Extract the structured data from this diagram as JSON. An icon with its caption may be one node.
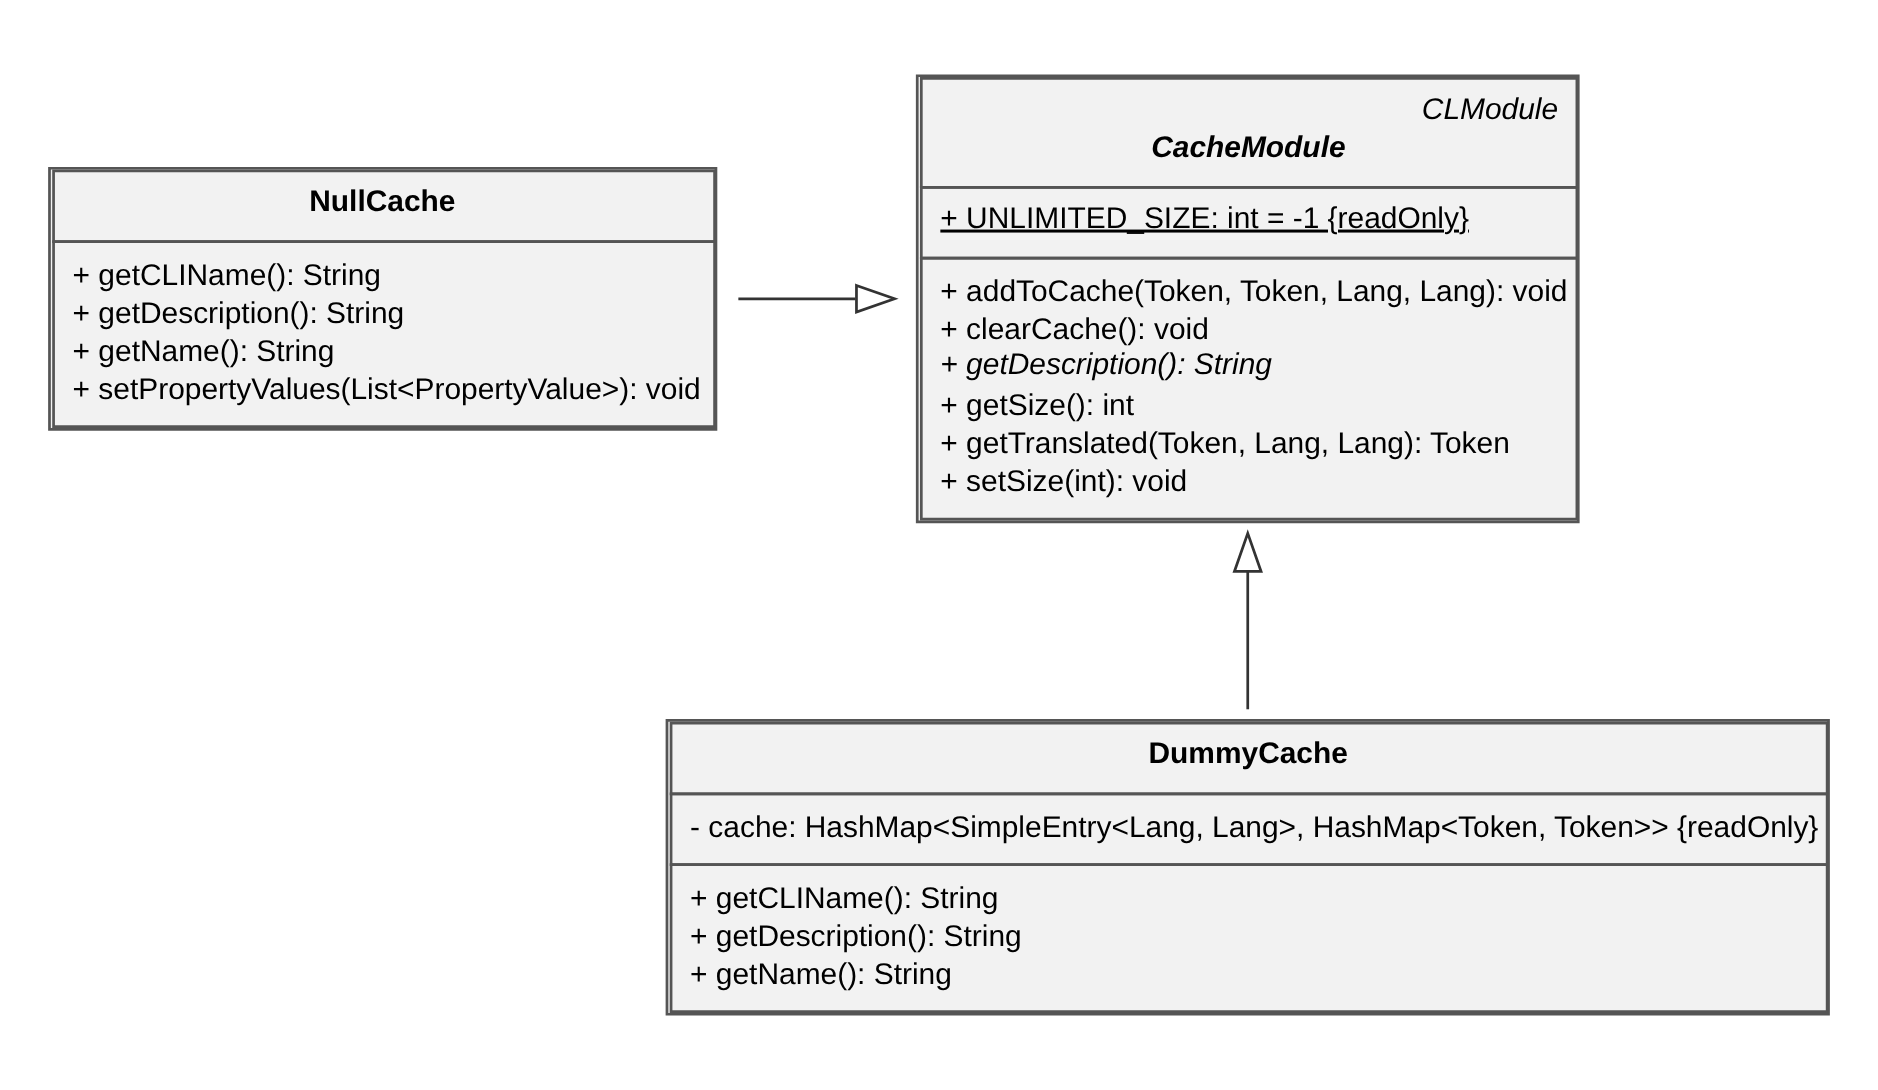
{
  "diagram": {
    "nodes": [
      {
        "text": [
          "NullCache",
          "+ getCLIName(): String",
          "+ getDescription(): String",
          "+ getName(): String",
          "+ setPropertyValues(List<PropertyValue>): void"
        ]
      },
      {
        "text": [
          "CLModule",
          "CacheModule",
          "+ UNLIMITED_SIZE: int = -1 {readOnly}",
          "+ addToCache(Token, Token, Lang, Lang): void",
          "+ clearCache(): void",
          "+ getDescription(): String",
          "+ getSize(): int",
          "+ getTranslated(Token, Lang, Lang): Token",
          "+ setSize(int): void"
        ]
      },
      {
        "text": [
          "DummyCache",
          "- cache: HashMap<SimpleEntry<Lang, Lang>, HashMap<Token, Token>> {readOnly}",
          "+ getCLIName(): String",
          "+ getDescription(): String",
          "+ getName(): String"
        ]
      }
    ],
    "edges": [
      {
        "from": 0,
        "to": 1,
        "arrow": "to"
      },
      {
        "from": 2,
        "to": 1,
        "arrow": "to"
      }
    ]
  }
}
